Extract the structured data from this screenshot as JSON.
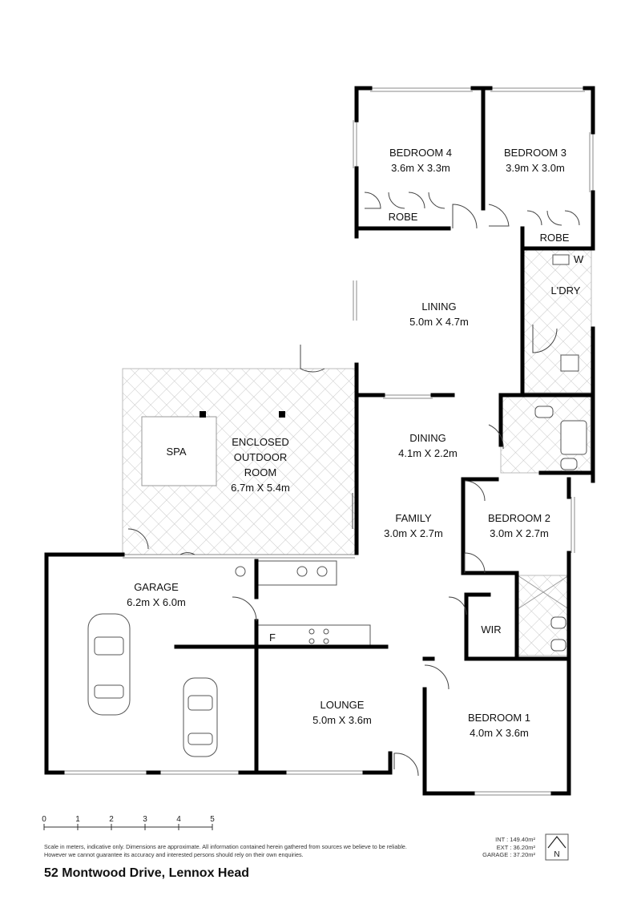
{
  "rooms": {
    "bedroom4": {
      "name": "BEDROOM 4",
      "dims": "3.6m X 3.3m"
    },
    "bedroom3": {
      "name": "BEDROOM 3",
      "dims": "3.9m X 3.0m"
    },
    "robe4": "ROBE",
    "robe3": "ROBE",
    "laundry": "L'DRY",
    "washer": "W",
    "living": {
      "name": "LINING",
      "dims": "5.0m X 4.7m"
    },
    "outdoor": {
      "line1": "ENCLOSED",
      "line2": "OUTDOOR",
      "line3": "ROOM",
      "dims": "6.7m X 5.4m"
    },
    "spa": "SPA",
    "dining": {
      "name": "DINING",
      "dims": "4.1m X 2.2m"
    },
    "family": {
      "name": "FAMILY",
      "dims": "3.0m X 2.7m"
    },
    "bedroom2": {
      "name": "BEDROOM 2",
      "dims": "3.0m X 2.7m"
    },
    "garage": {
      "name": "GARAGE",
      "dims": "6.2m X 6.0m"
    },
    "fridge": "F",
    "wir": "WIR",
    "lounge": {
      "name": "LOUNGE",
      "dims": "5.0m X 3.6m"
    },
    "bedroom1": {
      "name": "BEDROOM 1",
      "dims": "4.0m X 3.6m"
    }
  },
  "scale": {
    "labels": [
      "0",
      "1",
      "2",
      "3",
      "4",
      "5"
    ]
  },
  "disclaimer": "Scale in meters, indicative only. Dimensions are approximate. All information contained herein gathered from sources we believe to be reliable. However we cannot guarantee its accuracy and interested persons should rely on their own enquiries.",
  "areas": {
    "int": "INT : 149.40m²",
    "ext": "EXT : 36.20m²",
    "garage": "GARAGE : 37.20m²"
  },
  "compass_letter": "N",
  "address": "52 Montwood Drive, Lennox Head"
}
